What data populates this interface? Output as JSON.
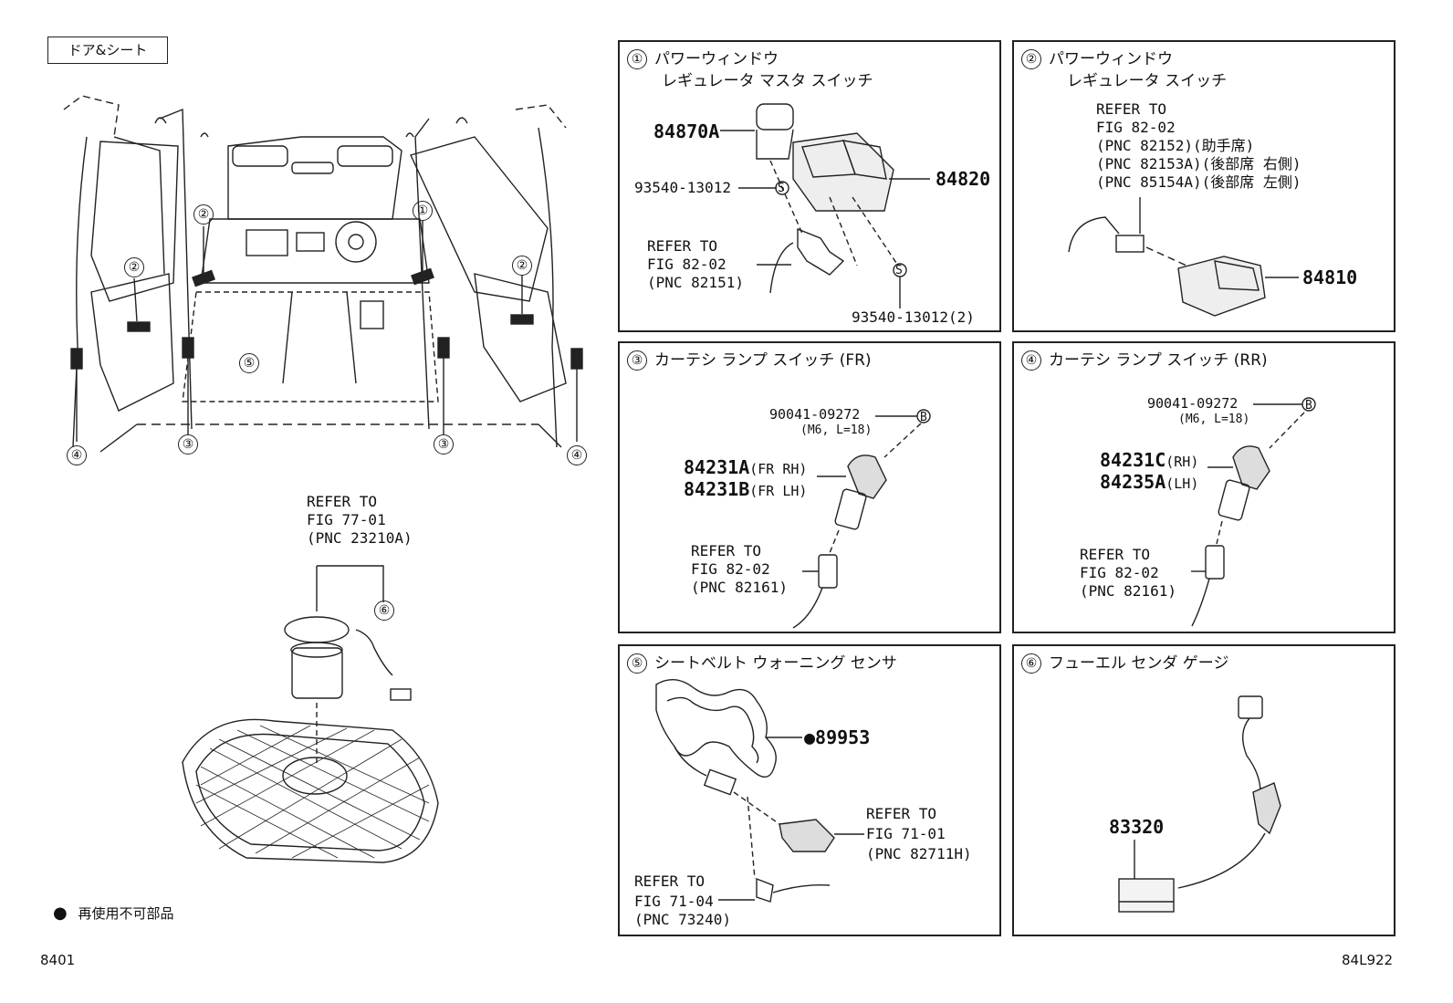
{
  "category": "ドア&シート",
  "overview": {
    "callouts": [
      "②",
      "②",
      "①",
      "②",
      "④",
      "③",
      "③",
      "④",
      "⑤",
      "⑥"
    ],
    "refer": [
      "REFER TO",
      "FIG 77-01",
      "(PNC 23210A)"
    ],
    "legend_symbol": "●",
    "legend_text": "再使用不可部品"
  },
  "footer": {
    "left": "8401",
    "right": "84L922"
  },
  "panels": {
    "p1": {
      "num": "①",
      "title1": "パワーウィンドウ",
      "title2": "レギュレータ マスタ スイッチ",
      "part_a": "84870A",
      "part_b": "84820",
      "bolt1": "93540-13012",
      "bolt1_sym": "S",
      "bolt2": "93540-13012(2)",
      "bolt2_sym": "S",
      "refer": [
        "REFER TO",
        "FIG 82-02",
        "(PNC 82151)"
      ]
    },
    "p2": {
      "num": "②",
      "title1": "パワーウィンドウ",
      "title2": "レギュレータ スイッチ",
      "refer": [
        "REFER TO",
        "FIG 82-02",
        "(PNC 82152)(助手席)",
        "(PNC 82153A)(後部席 右側)",
        "(PNC 85154A)(後部席 左側)"
      ],
      "part": "84810"
    },
    "p3": {
      "num": "③",
      "title": "カーテシ ランプ スイッチ (FR)",
      "bolt": "90041-09272",
      "bolt_spec": "(M6, L=18)",
      "bolt_sym": "B",
      "part1": "84231A",
      "part1_note": "(FR RH)",
      "part2": "84231B",
      "part2_note": "(FR LH)",
      "refer": [
        "REFER TO",
        "FIG 82-02",
        "(PNC 82161)"
      ]
    },
    "p4": {
      "num": "④",
      "title": "カーテシ ランプ スイッチ (RR)",
      "bolt": "90041-09272",
      "bolt_spec": "(M6, L=18)",
      "bolt_sym": "B",
      "part1": "84231C",
      "part1_note": "(RH)",
      "part2": "84235A",
      "part2_note": "(LH)",
      "refer": [
        "REFER TO",
        "FIG 82-02",
        "(PNC 82161)"
      ]
    },
    "p5": {
      "num": "⑤",
      "title": "シートベルト ウォーニング センサ",
      "part": "●89953",
      "refer_a": [
        "REFER TO",
        "FIG 71-01",
        "(PNC 82711H)"
      ],
      "refer_b": [
        "REFER TO",
        "FIG 71-04",
        "(PNC 73240)"
      ]
    },
    "p6": {
      "num": "⑥",
      "title": "フューエル センダ ゲージ",
      "part": "83320"
    }
  }
}
